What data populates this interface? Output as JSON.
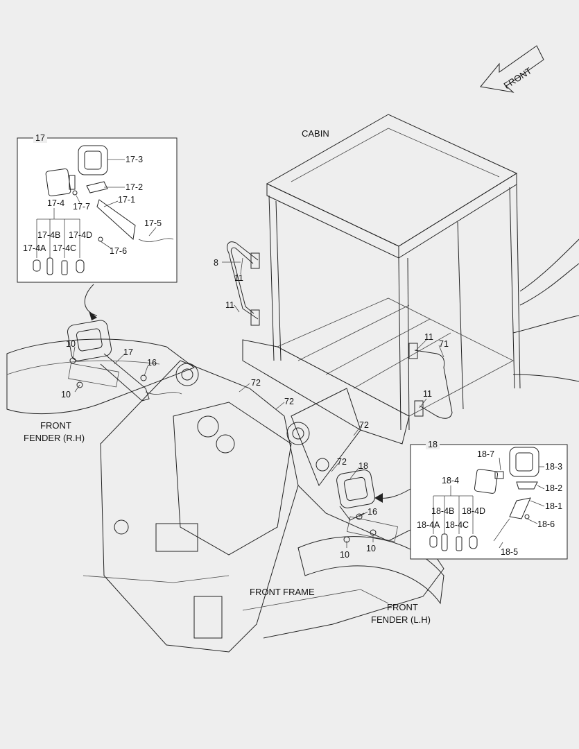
{
  "direction_arrow": {
    "text": "FRONT"
  },
  "area_labels": {
    "cabin": "CABIN",
    "front_fender_rh_1": "FRONT",
    "front_fender_rh_2": "FENDER (R.H)",
    "front_frame": "FRONT FRAME",
    "front_fender_lh_1": "FRONT",
    "front_fender_lh_2": "FENDER (L.H)"
  },
  "inset_rh": {
    "title": "17",
    "parts": {
      "p17_3": "17-3",
      "p17_2": "17-2",
      "p17_4": "17-4",
      "p17_7": "17-7",
      "p17_1": "17-1",
      "p17_5": "17-5",
      "p17_6": "17-6",
      "p17_4b": "17-4B",
      "p17_4d": "17-4D",
      "p17_4a": "17-4A",
      "p17_4c": "17-4C"
    }
  },
  "inset_lh": {
    "title": "18",
    "parts": {
      "p18_7": "18-7",
      "p18_3": "18-3",
      "p18_4": "18-4",
      "p18_2": "18-2",
      "p18_1": "18-1",
      "p18_6": "18-6",
      "p18_4b": "18-4B",
      "p18_4d": "18-4D",
      "p18_4a": "18-4A",
      "p18_4c": "18-4C",
      "p18_5": "18-5"
    }
  },
  "callouts": {
    "c8": "8",
    "c11a": "11",
    "c11b": "11",
    "c11c": "11",
    "c11d": "11",
    "c71": "71",
    "c10a": "10",
    "c10b": "10",
    "c17": "17",
    "c16a": "16",
    "c72a": "72",
    "c72b": "72",
    "c72c": "72",
    "c72d": "72",
    "c18": "18",
    "c16b": "16",
    "c10c": "10",
    "c10d": "10"
  }
}
